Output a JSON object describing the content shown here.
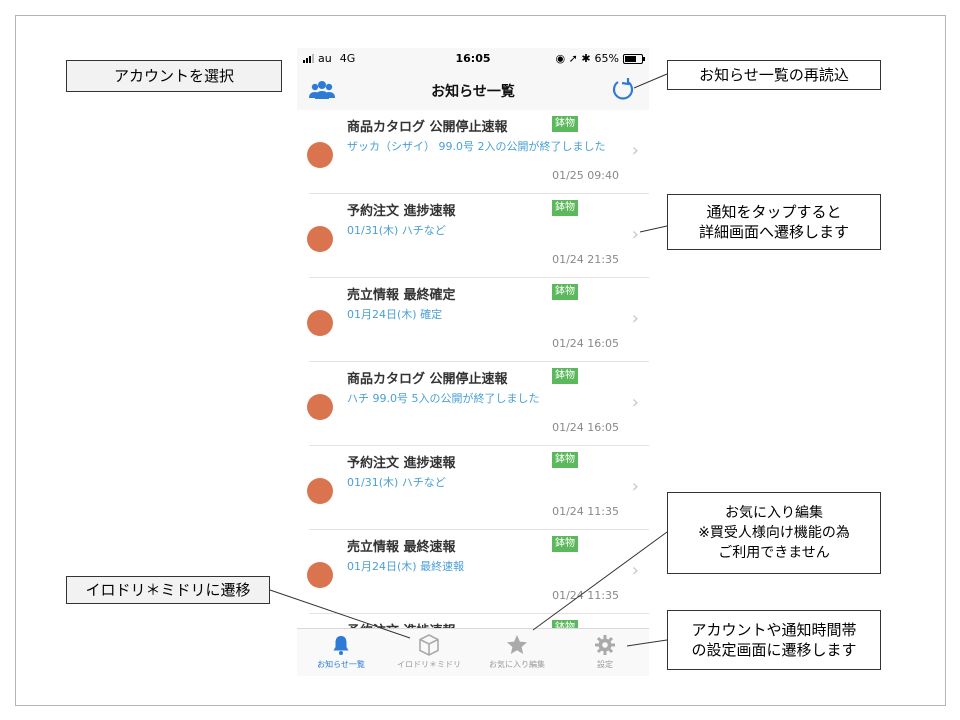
{
  "status": {
    "carrier": "au",
    "network": "4G",
    "time": "16:05",
    "battery": "65%"
  },
  "nav": {
    "title": "お知らせ一覧"
  },
  "items": [
    {
      "title": "商品カタログ 公開停止速報",
      "badge": "鉢物",
      "sub": "ザッカ（シザイ） 99.0号 2入の公開が終了しました",
      "date": "01/25 09:40"
    },
    {
      "title": "予約注文 進捗速報",
      "badge": "鉢物",
      "sub": "01/31(木) ハチなど",
      "date": "01/24 21:35"
    },
    {
      "title": "売立情報 最終確定",
      "badge": "鉢物",
      "sub": "01月24日(木) 確定",
      "date": "01/24 16:05"
    },
    {
      "title": "商品カタログ 公開停止速報",
      "badge": "鉢物",
      "sub": "ハチ 99.0号 5入の公開が終了しました",
      "date": "01/24 16:05"
    },
    {
      "title": "予約注文 進捗速報",
      "badge": "鉢物",
      "sub": "01/31(木) ハチなど",
      "date": "01/24 11:35"
    },
    {
      "title": "売立情報 最終速報",
      "badge": "鉢物",
      "sub": "01月24日(木) 最終速報",
      "date": "01/24 11:35"
    },
    {
      "title": "予約注文 進捗速報",
      "badge": "鉢物",
      "sub": "",
      "date": ""
    }
  ],
  "tabs": [
    {
      "label": "お知らせ一覧",
      "icon": "bell-icon"
    },
    {
      "label": "イロドリ＊ミドリ",
      "icon": "box-icon"
    },
    {
      "label": "お気に入り編集",
      "icon": "star-icon"
    },
    {
      "label": "設定",
      "icon": "gear-icon"
    }
  ],
  "annotations": {
    "account": "アカウントを選択",
    "reload": "お知らせ一覧の再読込",
    "tap_line1": "通知をタップすると",
    "tap_line2": "詳細画面へ遷移します",
    "fav_line1": "お気に入り編集",
    "fav_line2": "※買受人様向け機能の為",
    "fav_line3": "ご利用できません",
    "irodori": "イロドリ＊ミドリに遷移",
    "settings_line1": "アカウントや通知時間帯",
    "settings_line2": "の設定画面に遷移します"
  },
  "colors": {
    "accent": "#2e7bd6",
    "badge": "#5cb85c",
    "dot": "#d9744f",
    "subtext": "#4aa0d5"
  }
}
